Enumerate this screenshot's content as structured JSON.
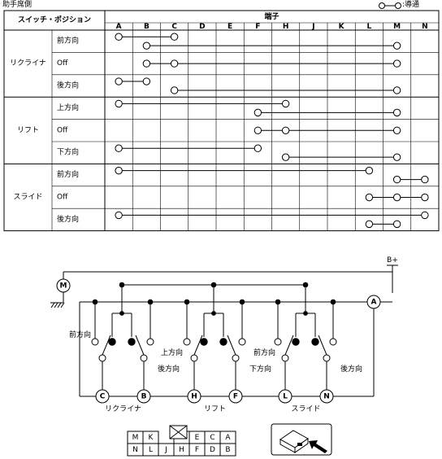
{
  "title": "助手席側",
  "legend_label": ":導通",
  "table": {
    "header_switch": "スイッチ・ポジション",
    "header_terminal": "端子",
    "terminals": [
      "A",
      "B",
      "C",
      "D",
      "E",
      "F",
      "H",
      "J",
      "K",
      "L",
      "M",
      "N"
    ],
    "groups": [
      {
        "name": "リクライナ",
        "rows": [
          {
            "pos": "前方向",
            "links": [
              [
                "A",
                "C"
              ],
              [
                "B",
                "M"
              ]
            ]
          },
          {
            "pos": "Off",
            "links": [
              [
                "B",
                "C",
                "M"
              ]
            ]
          },
          {
            "pos": "後方向",
            "links": [
              [
                "A",
                "B"
              ],
              [
                "C",
                "M"
              ]
            ]
          }
        ]
      },
      {
        "name": "リフト",
        "rows": [
          {
            "pos": "上方向",
            "links": [
              [
                "A",
                "H"
              ],
              [
                "F",
                "M"
              ]
            ]
          },
          {
            "pos": "Off",
            "links": [
              [
                "F",
                "H",
                "M"
              ]
            ]
          },
          {
            "pos": "下方向",
            "links": [
              [
                "A",
                "F"
              ],
              [
                "H",
                "M"
              ]
            ]
          }
        ]
      },
      {
        "name": "スライド",
        "rows": [
          {
            "pos": "前方向",
            "links": [
              [
                "A",
                "L"
              ],
              [
                "M",
                "N"
              ]
            ]
          },
          {
            "pos": "Off",
            "links": [
              [
                "L",
                "M",
                "N"
              ]
            ]
          },
          {
            "pos": "後方向",
            "links": [
              [
                "A",
                "N"
              ],
              [
                "L",
                "M"
              ]
            ]
          }
        ]
      }
    ]
  },
  "diagram": {
    "b_plus": "B+",
    "motor": "M",
    "term_a": "A",
    "sections": [
      {
        "name": "リクライナ",
        "up_label": "前方向",
        "down_label": "後方向",
        "left_term": "C",
        "right_term": "B"
      },
      {
        "name": "リフト",
        "up_label": "上方向",
        "down_label": "下方向",
        "left_term": "H",
        "right_term": "F"
      },
      {
        "name": "スライド",
        "up_label": "前方向",
        "down_label": "後方向",
        "left_term": "L",
        "right_term": "N"
      }
    ]
  },
  "connector": {
    "top": [
      "M",
      "K",
      "",
      "E",
      "C",
      "A"
    ],
    "bottom": [
      "N",
      "L",
      "J",
      "H",
      "F",
      "D",
      "B"
    ]
  }
}
